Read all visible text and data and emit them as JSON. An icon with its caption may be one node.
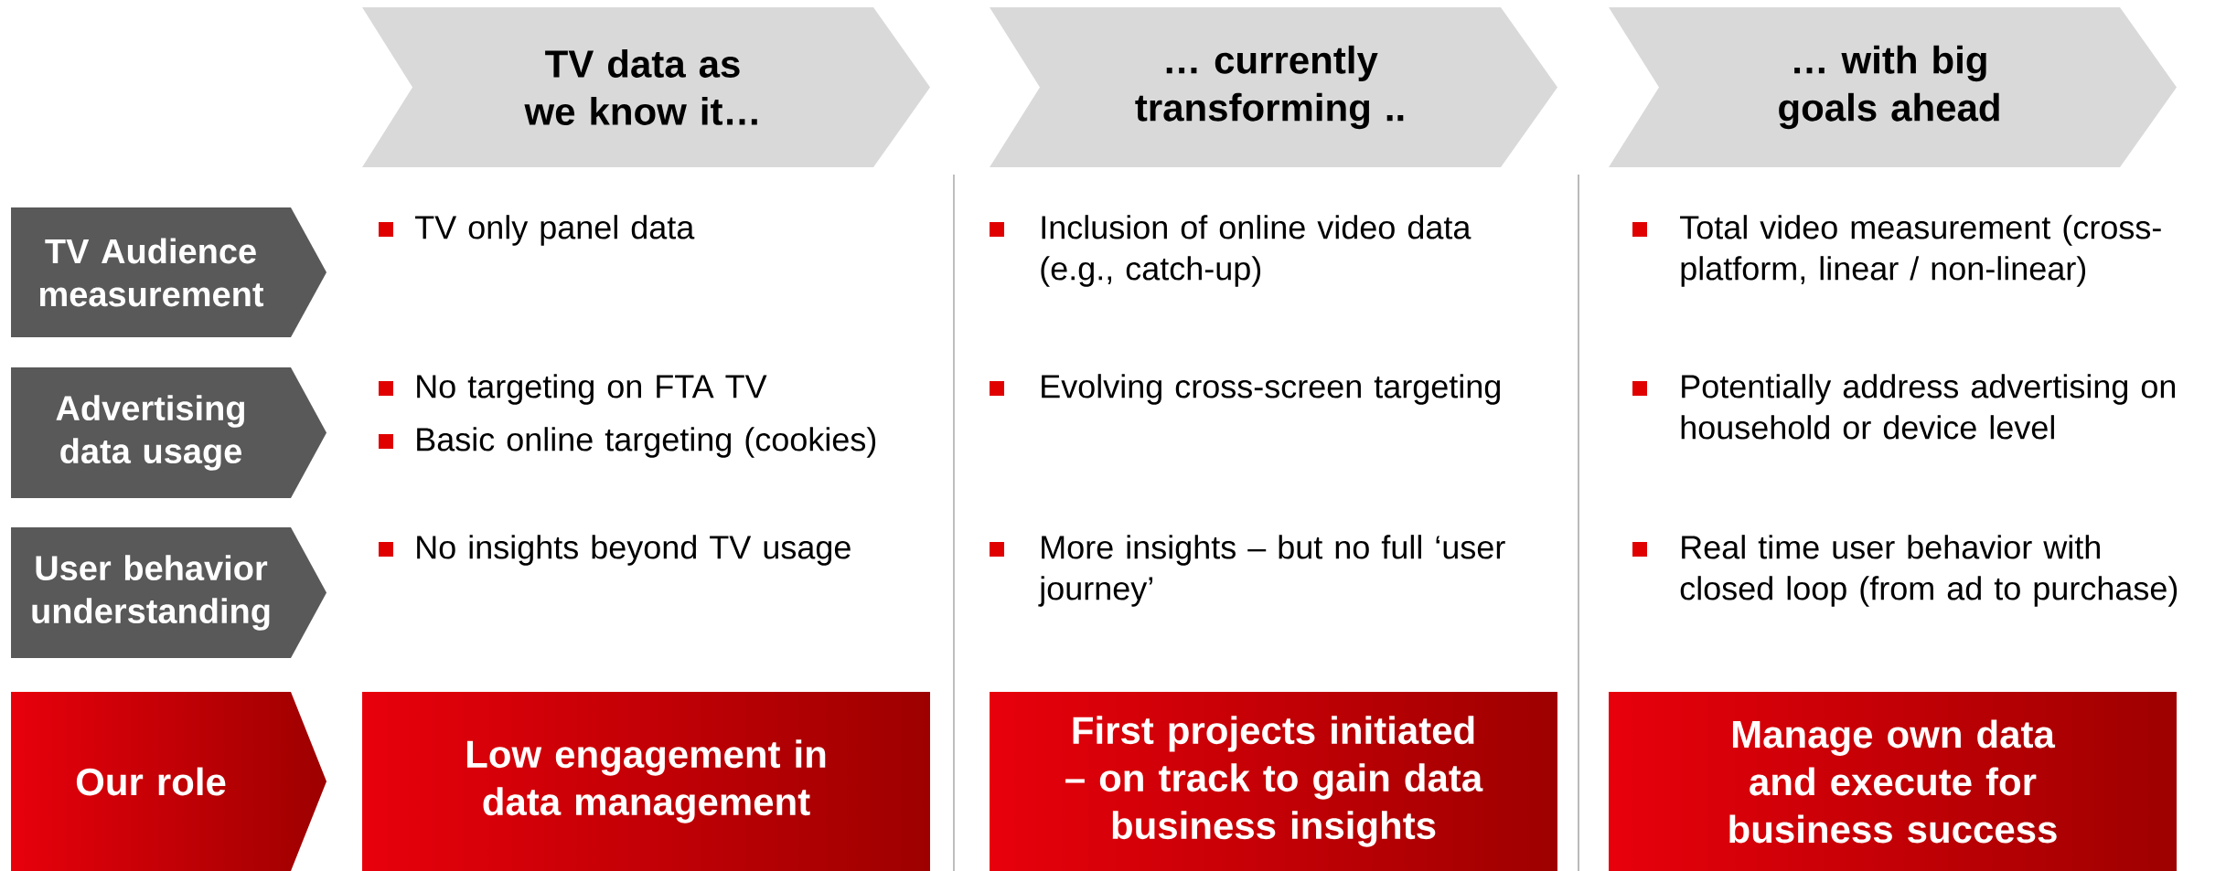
{
  "diagram": {
    "nodes": [
      {
        "text": [
          "TV data as we know it…"
        ]
      },
      {
        "text": [
          "… currently transforming .."
        ]
      },
      {
        "text": [
          "… with big goals ahead"
        ]
      },
      {
        "text": [
          "TV Audience measurement"
        ]
      },
      {
        "text": [
          "Advertising data usage"
        ]
      },
      {
        "text": [
          "User behavior understanding"
        ]
      },
      {
        "text": [
          "Our role"
        ]
      },
      {
        "text": [
          "Low engagement in data management"
        ]
      },
      {
        "text": [
          "First projects initiated – on track to gain data business insights"
        ]
      },
      {
        "text": [
          "Manage own data and execute for business success"
        ]
      }
    ],
    "labels": [
      "TV only panel data",
      "Inclusion of online video data (e.g., catch-up)",
      "Total video measurement (cross-platform, linear / non-linear)",
      "No targeting on FTA TV",
      "Basic online targeting (cookies)",
      "Evolving cross-screen targeting",
      "Potentially address advertising on household or device level",
      "No insights beyond TV usage",
      "More insights – but no full ‘user journey’",
      "Real time user behavior with closed loop (from ad to purchase)"
    ]
  }
}
